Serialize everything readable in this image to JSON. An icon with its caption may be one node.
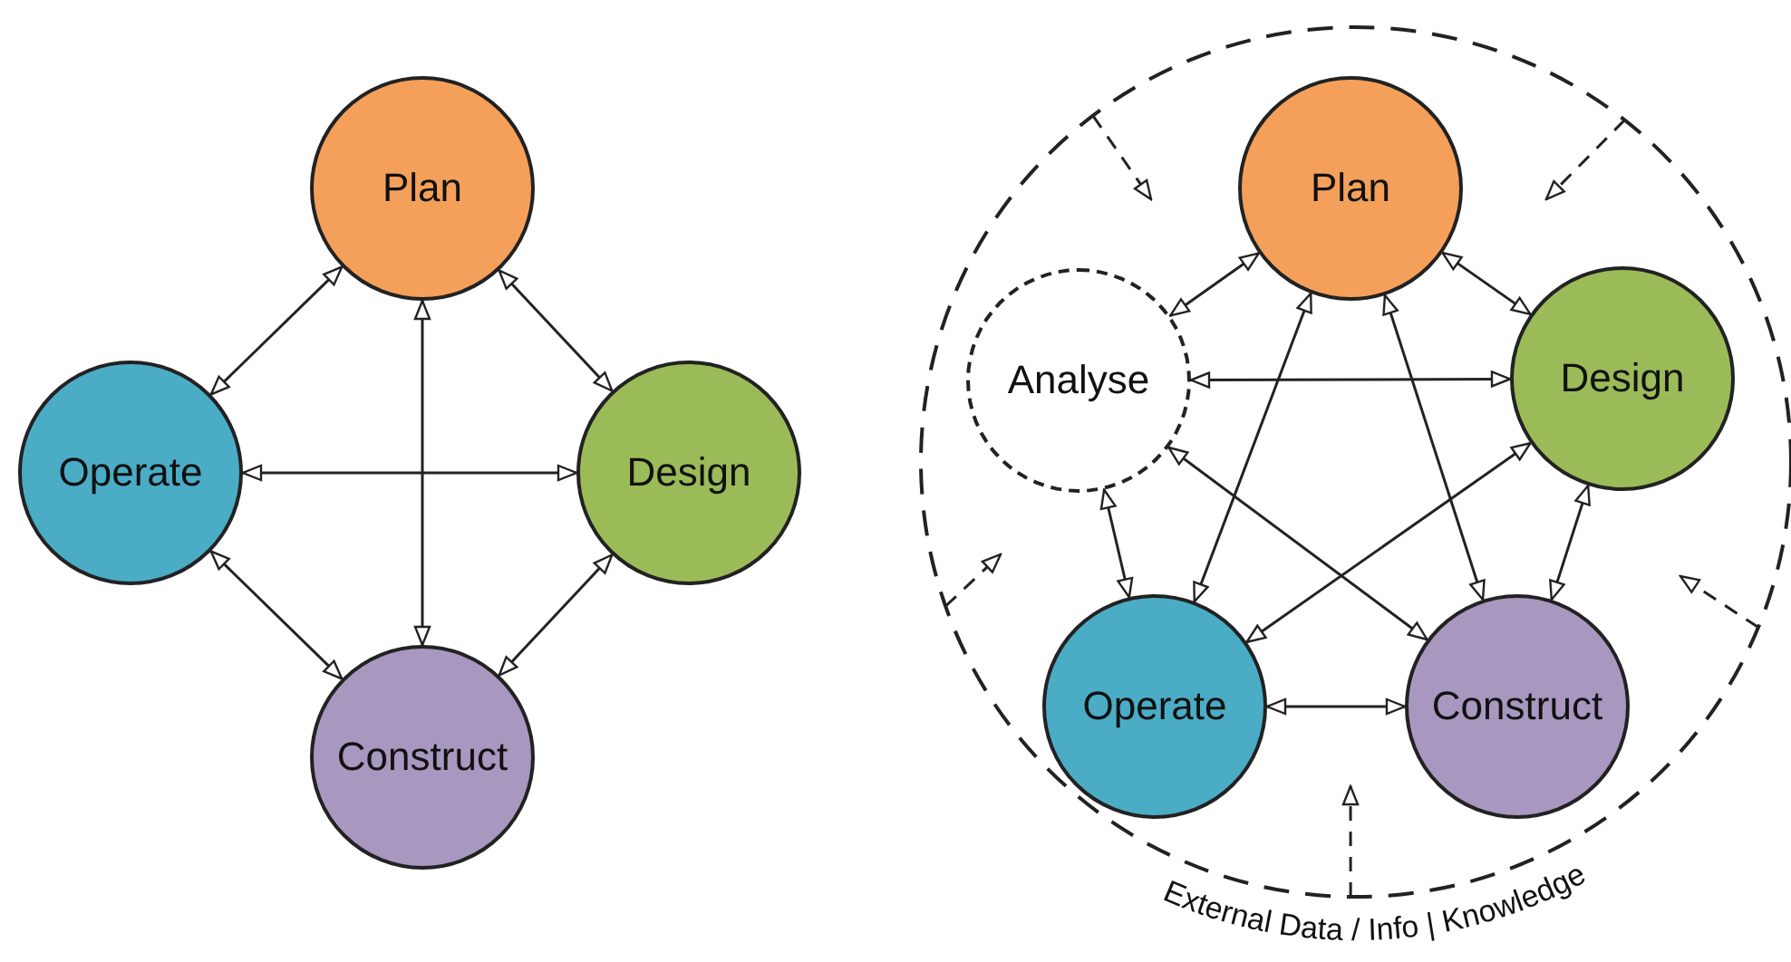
{
  "diagram": {
    "nodes": [
      {
        "text": [
          "Plan"
        ]
      },
      {
        "text": [
          "Operate"
        ]
      },
      {
        "text": [
          "Design"
        ]
      },
      {
        "text": [
          "Construct"
        ]
      },
      {
        "text": [
          "External Data / Info | Knowledge"
        ]
      },
      {
        "text": [
          "Plan"
        ],
        "in": 4
      },
      {
        "text": [
          "Analyse"
        ],
        "in": 4
      },
      {
        "text": [
          "Design"
        ],
        "in": 4
      },
      {
        "text": [
          "Operate"
        ],
        "in": 4
      },
      {
        "text": [
          "Construct"
        ],
        "in": 4
      }
    ],
    "edges": [
      {
        "from": 0,
        "to": 1,
        "arrow": "both"
      },
      {
        "from": 0,
        "to": 2,
        "arrow": "both"
      },
      {
        "from": 0,
        "to": 3,
        "arrow": "both"
      },
      {
        "from": 1,
        "to": 2,
        "arrow": "both"
      },
      {
        "from": 1,
        "to": 3,
        "arrow": "both"
      },
      {
        "from": 2,
        "to": 3,
        "arrow": "both"
      },
      {
        "from": 5,
        "to": 6,
        "arrow": "both"
      },
      {
        "from": 5,
        "to": 7,
        "arrow": "both"
      },
      {
        "from": 5,
        "to": 8,
        "arrow": "both"
      },
      {
        "from": 5,
        "to": 9,
        "arrow": "both"
      },
      {
        "from": 6,
        "to": 7,
        "arrow": "both"
      },
      {
        "from": 6,
        "to": 8,
        "arrow": "both"
      },
      {
        "from": 6,
        "to": 9,
        "arrow": "both"
      },
      {
        "from": 7,
        "to": 8,
        "arrow": "both"
      },
      {
        "from": 7,
        "to": 9,
        "arrow": "both"
      },
      {
        "from": 8,
        "to": 9,
        "arrow": "both"
      },
      {
        "from": 4,
        "to": null,
        "arrow": "to",
        "style": "dashed"
      },
      {
        "from": 4,
        "to": null,
        "arrow": "to",
        "style": "dashed"
      },
      {
        "from": 4,
        "to": null,
        "arrow": "to",
        "style": "dashed"
      },
      {
        "from": 4,
        "to": null,
        "arrow": "to",
        "style": "dashed"
      },
      {
        "from": 4,
        "to": null,
        "arrow": "to",
        "style": "dashed"
      }
    ]
  }
}
